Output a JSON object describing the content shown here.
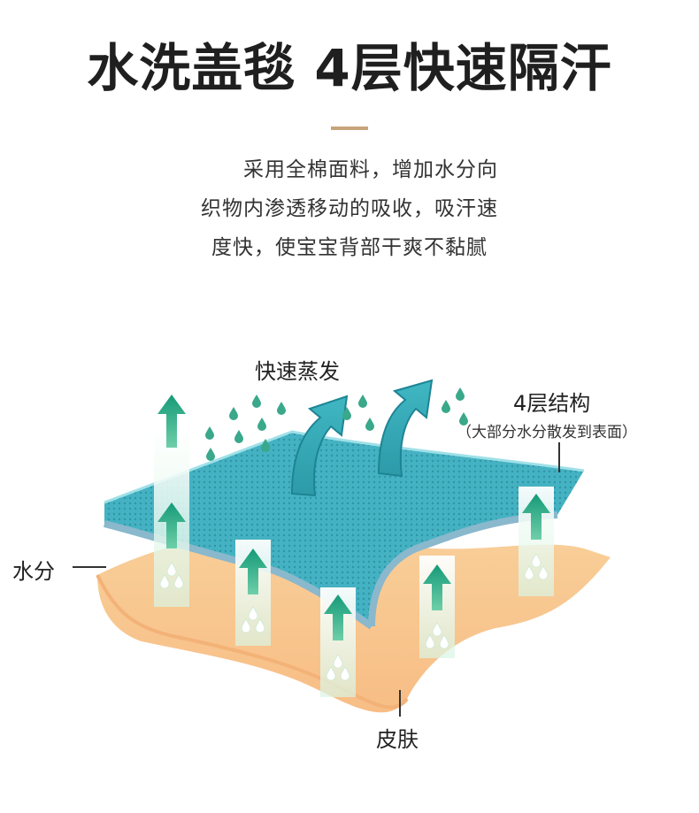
{
  "header": {
    "title": "水洗盖毯 4层快速隔汗",
    "description_lines": [
      "采用全棉面料，增加水分向",
      "织物内渗透移动的吸收，吸汗速",
      "度快，使宝宝背部干爽不黏腻"
    ]
  },
  "diagram": {
    "evaporate_label": "快速蒸发",
    "structure_label": "4层结构",
    "structure_note": "（大部分水分散发到表面）",
    "moisture_label": "水分",
    "skin_label": "皮肤"
  },
  "colors": {
    "title_divider": "#c7a47a",
    "fabric_teal": "#3fb0c0",
    "skin_orange": "#f7c48c",
    "arrow_green": "#1f9a6a",
    "drop_green": "#3aa88a"
  },
  "icons": [
    "up-arrow-icon",
    "water-drop-icon",
    "curved-arrow-icon"
  ]
}
